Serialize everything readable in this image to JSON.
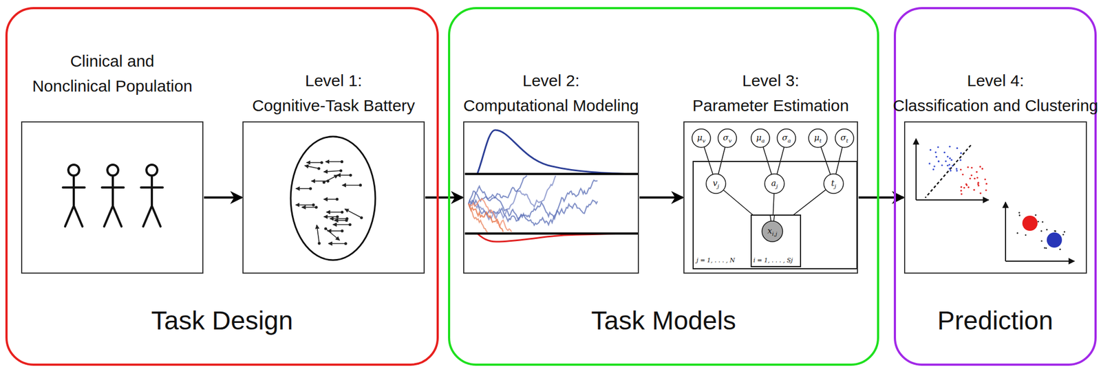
{
  "diagram": {
    "nodes": [
      {
        "text": [
          "Task Design"
        ]
      },
      {
        "text": [
          "Clinical and Nonclinical Population"
        ],
        "in": 0
      },
      {
        "text": [
          "Level 1:",
          "Cognitive-Task Battery"
        ],
        "in": 0
      },
      {
        "text": [
          "Task Models"
        ]
      },
      {
        "text": [
          "Level 2:",
          "Computational Modeling"
        ],
        "in": 3
      },
      {
        "text": [
          "Level 3:",
          "Parameter Estimation"
        ],
        "in": 3
      },
      {
        "text": [
          "Prediction"
        ]
      },
      {
        "text": [
          "Level 4:",
          "Classification and Clustering"
        ],
        "in": 6
      }
    ],
    "edges": [
      {
        "from": 1,
        "to": 2,
        "arrow": "to"
      },
      {
        "from": 2,
        "to": 4,
        "arrow": "to"
      },
      {
        "from": 4,
        "to": 5,
        "arrow": "to"
      },
      {
        "from": 5,
        "to": 7,
        "arrow": "to"
      }
    ],
    "labels": [
      "μv",
      "σv",
      "μa",
      "σa",
      "μt",
      "σt",
      "vj",
      "aj",
      "tj",
      "xi,j",
      "j = 1, . . . , N",
      "i = 1, . . . , Sj"
    ]
  }
}
